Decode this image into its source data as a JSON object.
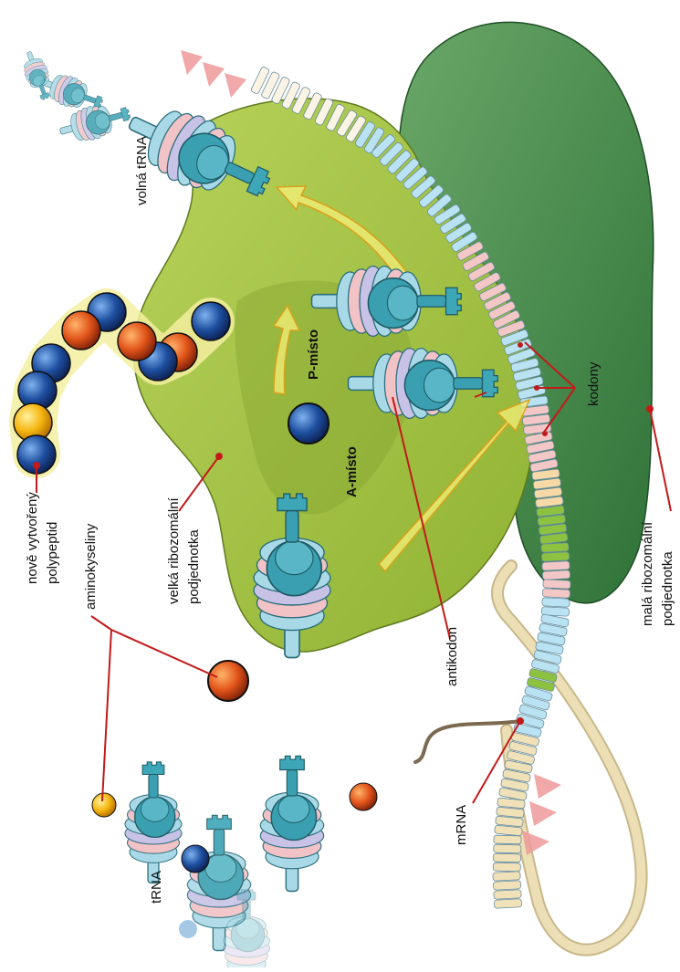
{
  "colors": {
    "large_subunit": "#9fbf3c",
    "small_subunit": "#3f8a46",
    "trna_main": "#3a9fb0",
    "trna_light": "#a9d9e6",
    "trna_pink": "#f1c2c6",
    "trna_lilac": "#c8c2e6",
    "amino_blue": "#1e4fa0",
    "amino_orange": "#e2541a",
    "amino_yellow": "#f5b50f",
    "leader_line": "#c21a1a",
    "arrow_yellow": "#f6f07a",
    "mrna_beige": "#f0e1b8",
    "mrna_green": "#8cc23f",
    "mrna_pink": "#f4c7c7",
    "mrna_blue": "#b9e3f2",
    "mrna_tail": "#7b6a50",
    "ribbon": "#e3d3a6"
  },
  "labels": {
    "polypeptide": "nově vytvořený polypeptid",
    "amino_acids": "aminokyseliny",
    "trna": "tRNA",
    "free_trna": "volná tRNA",
    "large_subunit": "velká ribozomální podjednotka",
    "small_subunit": "malá ribozomální podjednotka",
    "a_site": "A-místo",
    "p_site": "P-místo",
    "codons": "kodony",
    "anticodon": "antikodon",
    "mrna": "mRNA"
  },
  "icons": [
    "trna-icon",
    "amino-acid-icon",
    "polypeptide-chain-icon",
    "direction-arrow-icon"
  ]
}
